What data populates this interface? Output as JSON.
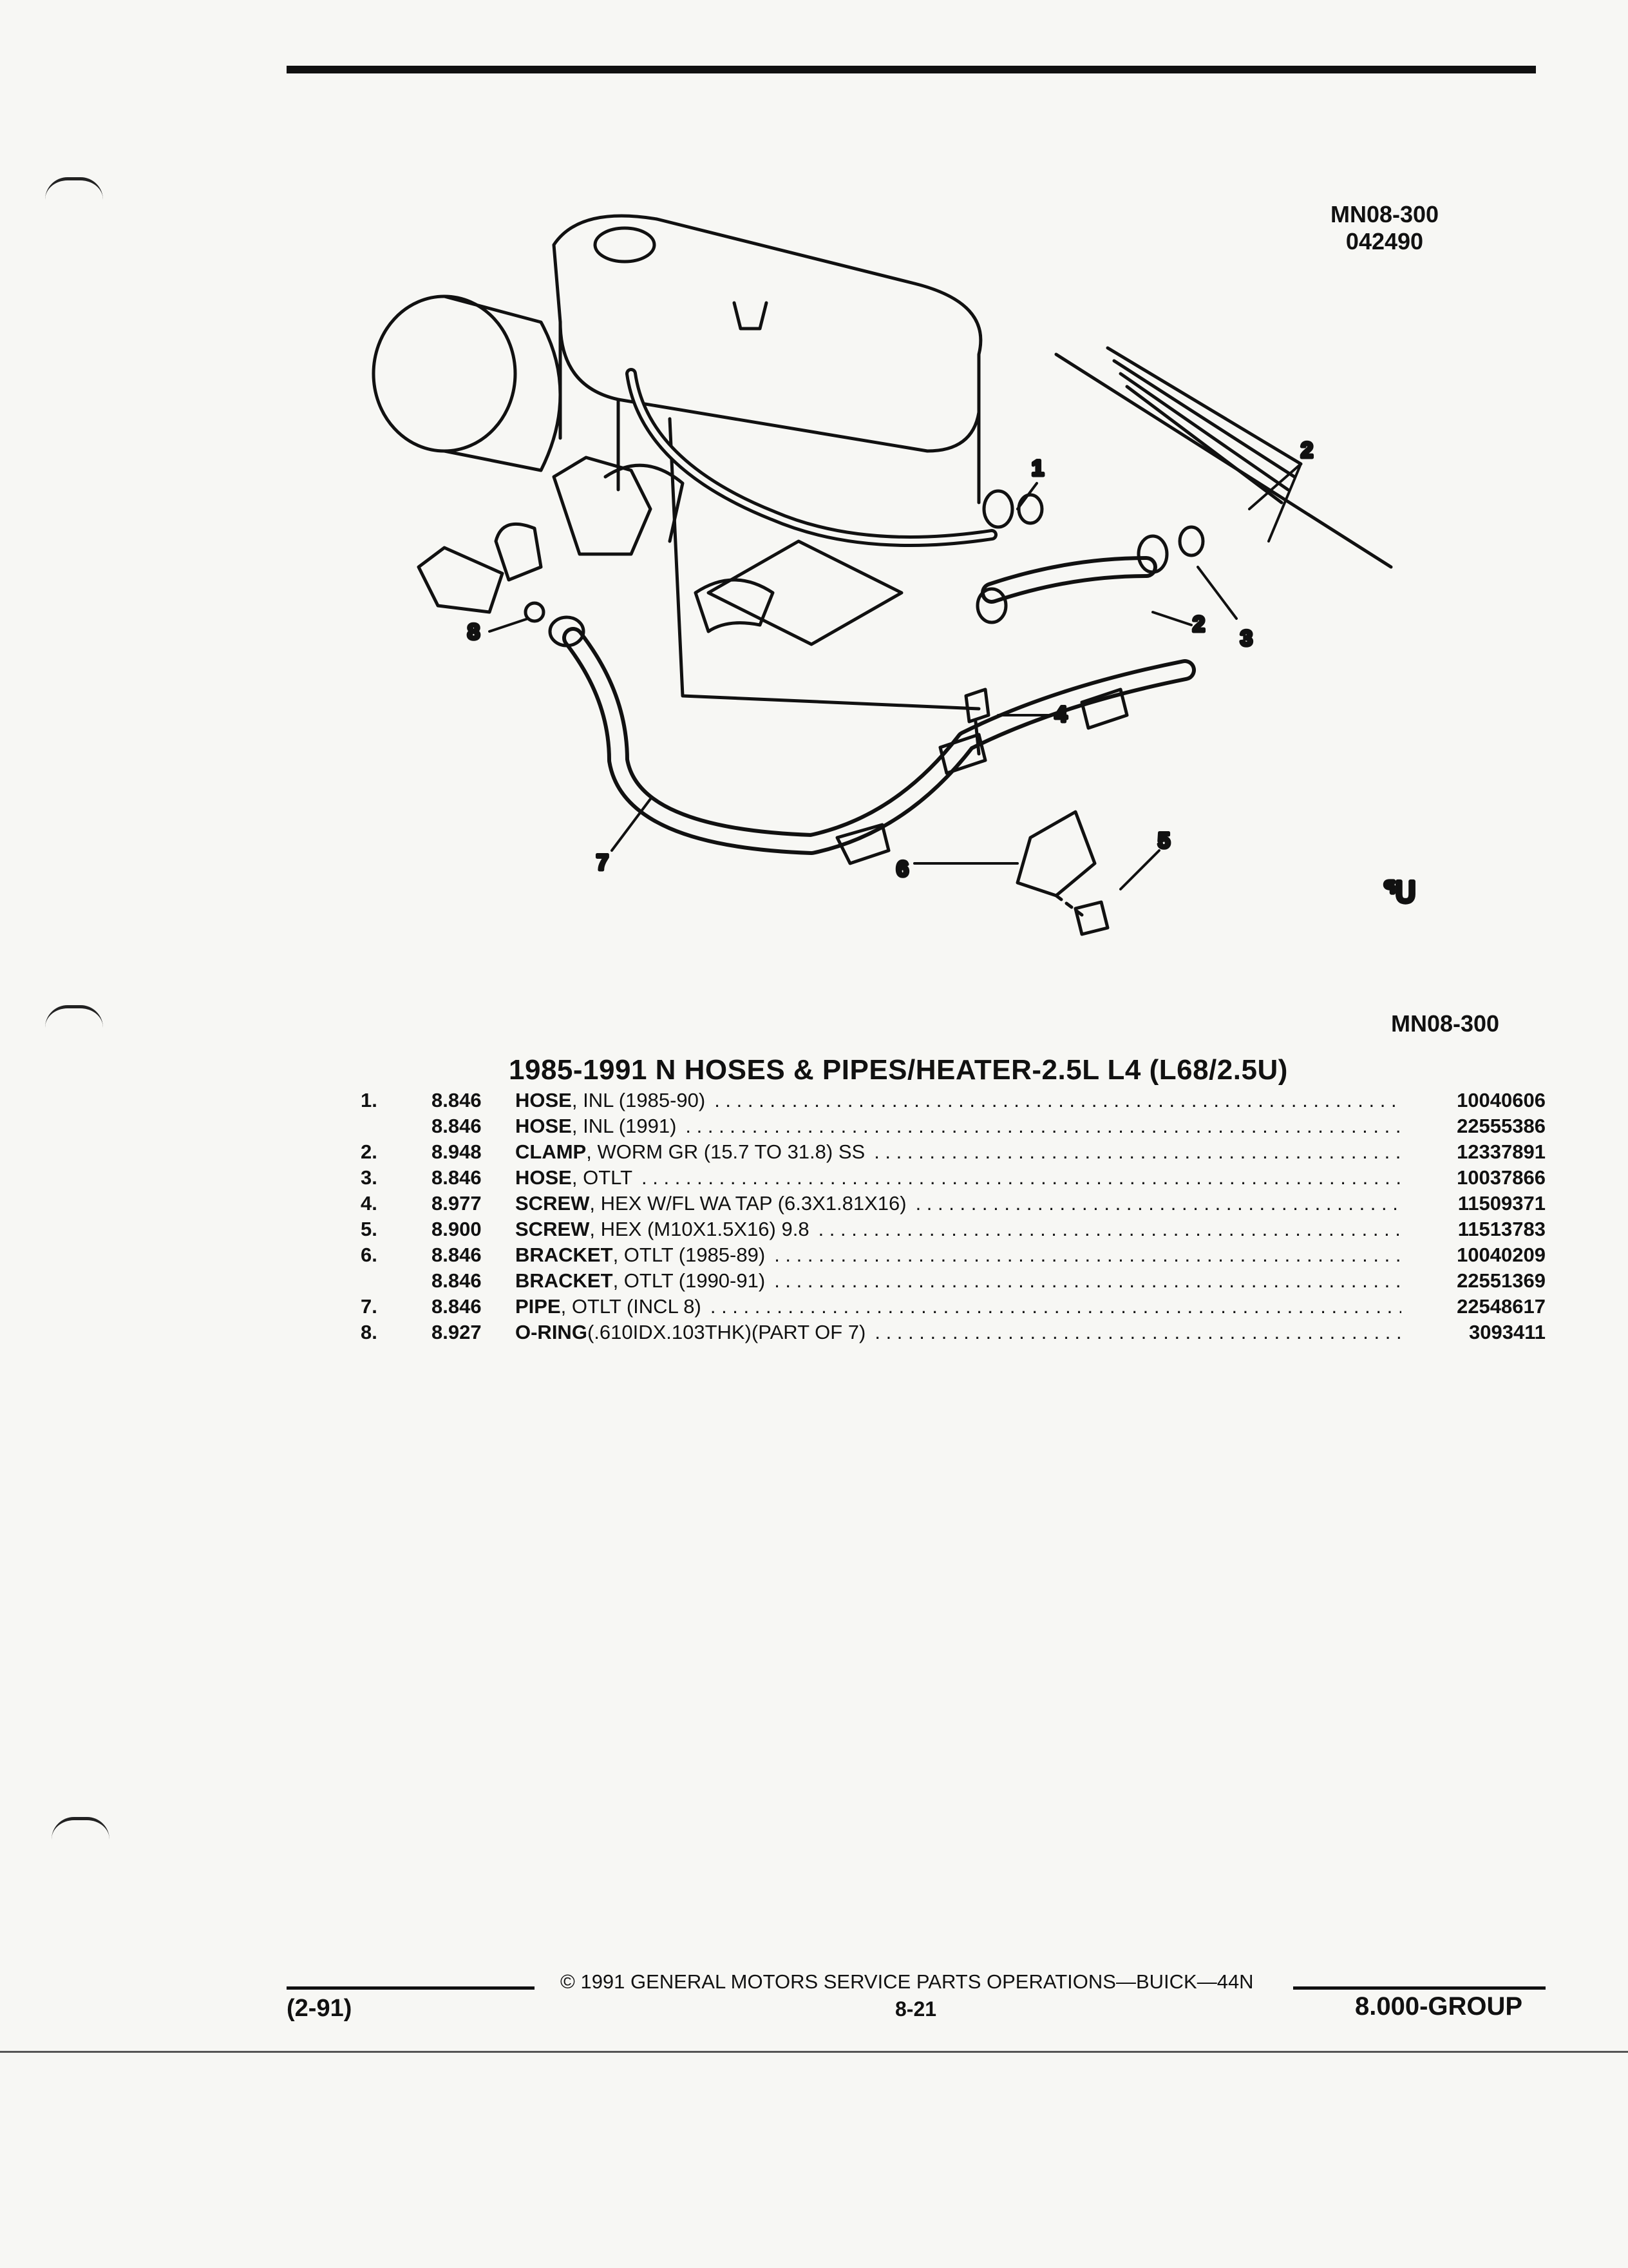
{
  "header": {
    "diagram_id": "MN08-300",
    "diagram_date": "042490"
  },
  "figure": {
    "callouts": [
      "1",
      "2",
      "2",
      "3",
      "4",
      "5",
      "6",
      "7",
      "8"
    ],
    "gm_mark": "ᕐᑌ",
    "caption_ref": "MN08-300"
  },
  "group_title": "1985-1991 N HOSES & PIPES/HEATER-2.5L L4 (L68/2.5U)",
  "parts": [
    {
      "num": "1.",
      "code": "8.846",
      "name": "HOSE",
      "spec": ", INL (1985-90)",
      "part_no": "10040606"
    },
    {
      "num": "",
      "code": "8.846",
      "name": "HOSE",
      "spec": ", INL (1991)",
      "part_no": "22555386"
    },
    {
      "num": "2.",
      "code": "8.948",
      "name": "CLAMP",
      "spec": ", WORM GR (15.7 TO 31.8) SS",
      "part_no": "12337891"
    },
    {
      "num": "3.",
      "code": "8.846",
      "name": "HOSE",
      "spec": ", OTLT",
      "part_no": "10037866"
    },
    {
      "num": "4.",
      "code": "8.977",
      "name": "SCREW",
      "spec": ", HEX W/FL WA TAP (6.3X1.81X16)",
      "part_no": "11509371"
    },
    {
      "num": "5.",
      "code": "8.900",
      "name": "SCREW",
      "spec": ", HEX (M10X1.5X16) 9.8",
      "part_no": "11513783"
    },
    {
      "num": "6.",
      "code": "8.846",
      "name": "BRACKET",
      "spec": ", OTLT (1985-89)",
      "part_no": "10040209"
    },
    {
      "num": "",
      "code": "8.846",
      "name": "BRACKET",
      "spec": ", OTLT (1990-91)",
      "part_no": "22551369"
    },
    {
      "num": "7.",
      "code": "8.846",
      "name": "PIPE",
      "spec": ", OTLT (INCL 8)",
      "part_no": "22548617"
    },
    {
      "num": "8.",
      "code": "8.927",
      "name": "O-RING",
      "spec": " (.610IDX.103THK)(PART OF 7)",
      "part_no": "3093411"
    }
  ],
  "footer": {
    "copyright": "© 1991 GENERAL MOTORS SERVICE PARTS OPERATIONS—BUICK—44N",
    "revision": "(2-91)",
    "page": "8-21",
    "group": "8.000-GROUP"
  }
}
